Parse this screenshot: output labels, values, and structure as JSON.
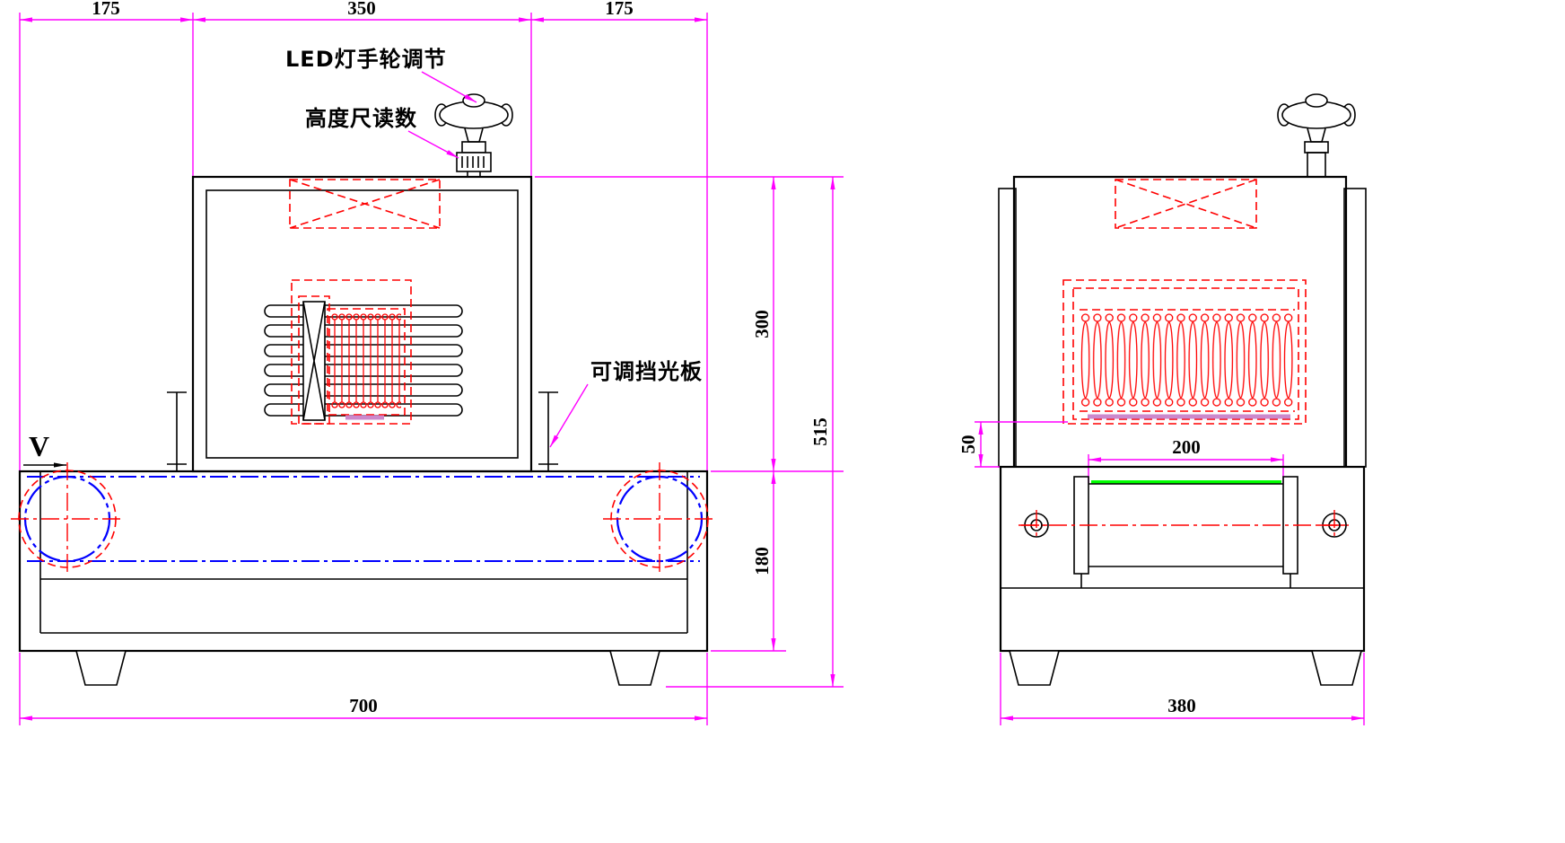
{
  "title": "LED UV curing conveyor machine engineering drawing",
  "colors": {
    "dimension_line": "#FF00FF",
    "hidden_component": "#FF0000",
    "belt_line": "#0000FF",
    "belt_surface": "#00FF00",
    "outline": "#000000",
    "module_bottom": "#CC88CC",
    "background": "#FFFFFF"
  },
  "labels": {
    "led_handwheel": "LED灯手轮调节",
    "height_gauge": "高度尺读数",
    "light_shield": "可调挡光板",
    "velocity": "V"
  },
  "front_view": {
    "dim_top_left": "175",
    "dim_top_center": "350",
    "dim_top_right": "175",
    "dim_right_upper": "300",
    "dim_right_lower": "180",
    "dim_right_total": "515",
    "dim_bottom": "700"
  },
  "side_view": {
    "dim_belt": "200",
    "dim_gap": "50",
    "dim_bottom": "380"
  }
}
